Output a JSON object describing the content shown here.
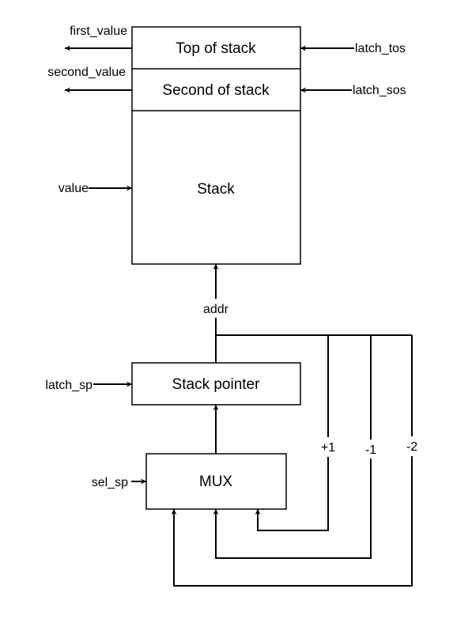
{
  "blocks": {
    "top_of_stack": "Top of stack",
    "second_of_stack": "Second of stack",
    "stack": "Stack",
    "stack_pointer": "Stack pointer",
    "mux": "MUX"
  },
  "signals": {
    "first_value": "first_value",
    "second_value": "second_value",
    "value": "value",
    "latch_tos": "latch_tos",
    "latch_sos": "latch_sos",
    "addr": "addr",
    "latch_sp": "latch_sp",
    "sel_sp": "sel_sp",
    "plus_one": "+1",
    "minus_one": "-1",
    "minus_two": "-2"
  }
}
